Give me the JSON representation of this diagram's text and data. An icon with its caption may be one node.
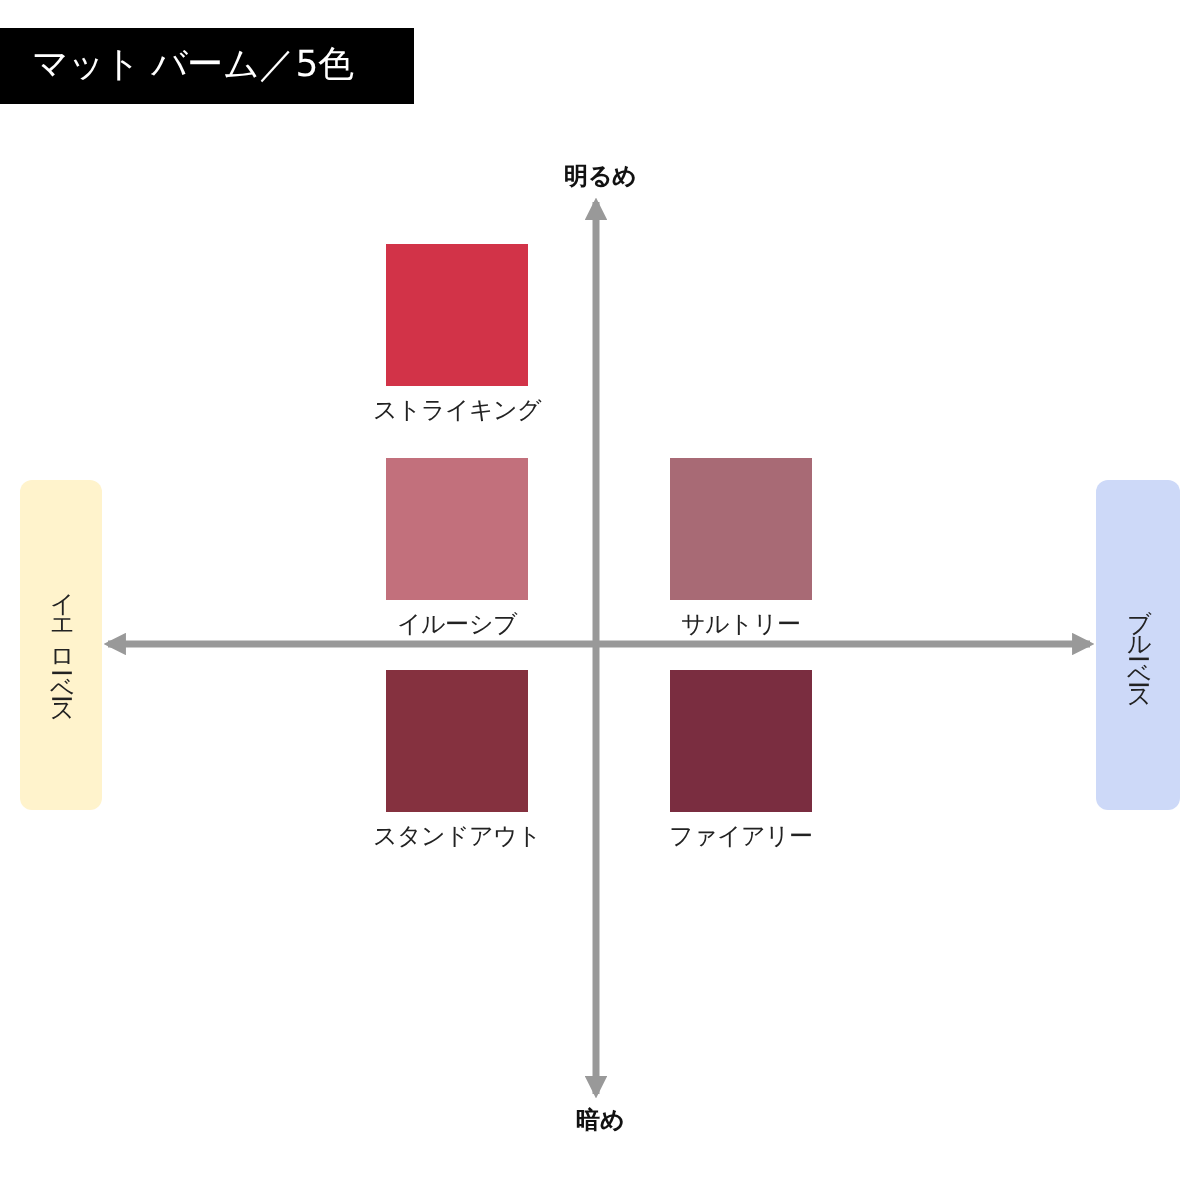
{
  "diagram": {
    "title": "マット バーム／5色",
    "nodes": [
      {
        "text": [
          "明るめ"
        ]
      },
      {
        "text": [
          "ストライキング"
        ]
      },
      {
        "text": [
          "イエローベース"
        ]
      },
      {
        "text": [
          "イルーシブ"
        ]
      },
      {
        "text": [
          "サルトリー"
        ]
      },
      {
        "text": [
          "ブルーベース"
        ]
      },
      {
        "text": [
          "スタンドアウト"
        ]
      },
      {
        "text": [
          "ファイアリー"
        ]
      },
      {
        "text": [
          "暗め"
        ]
      }
    ],
    "edges": [
      {
        "from": 0,
        "to": 8,
        "arrow": "both"
      },
      {
        "from": 2,
        "to": 5,
        "arrow": "both"
      }
    ]
  }
}
